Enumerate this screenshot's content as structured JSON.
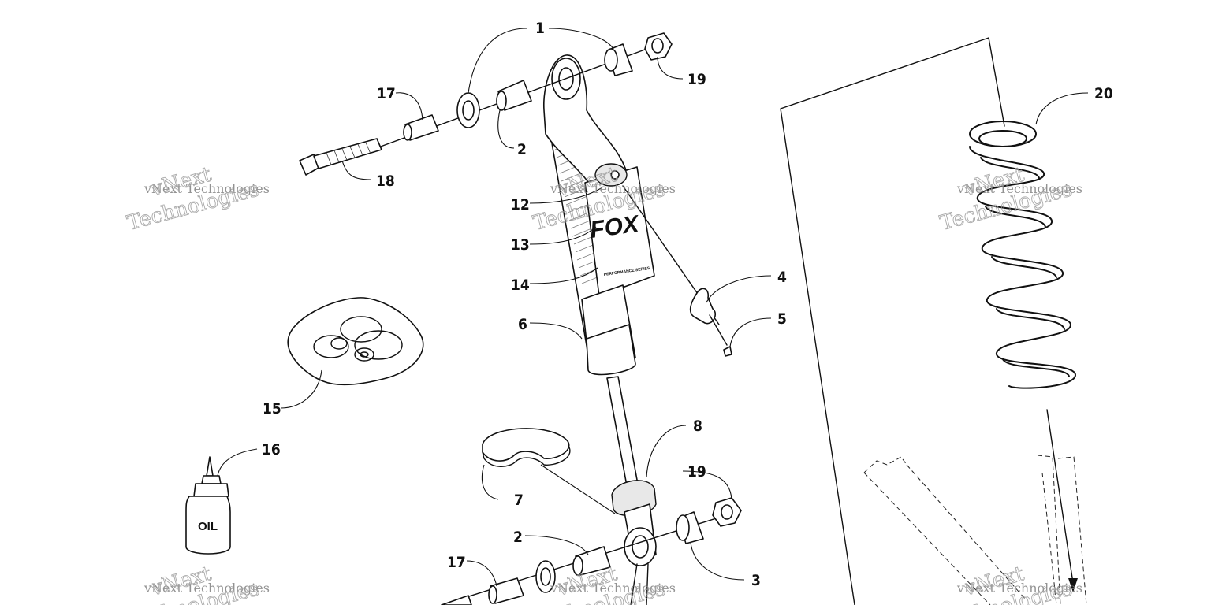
{
  "diagram": {
    "callouts": [
      "1",
      "19",
      "17",
      "2",
      "18",
      "12",
      "13",
      "14",
      "6",
      "4",
      "5",
      "15",
      "16",
      "8",
      "7",
      "19",
      "2",
      "17",
      "3",
      "20"
    ]
  },
  "watermark": {
    "line1": "vNext Technologies",
    "line2a": "vNext",
    "line2b": "Technologies"
  },
  "labels": {
    "oil": "OIL",
    "brand": "FOX",
    "brand_sub": "PERFORMANCE SERIES"
  }
}
